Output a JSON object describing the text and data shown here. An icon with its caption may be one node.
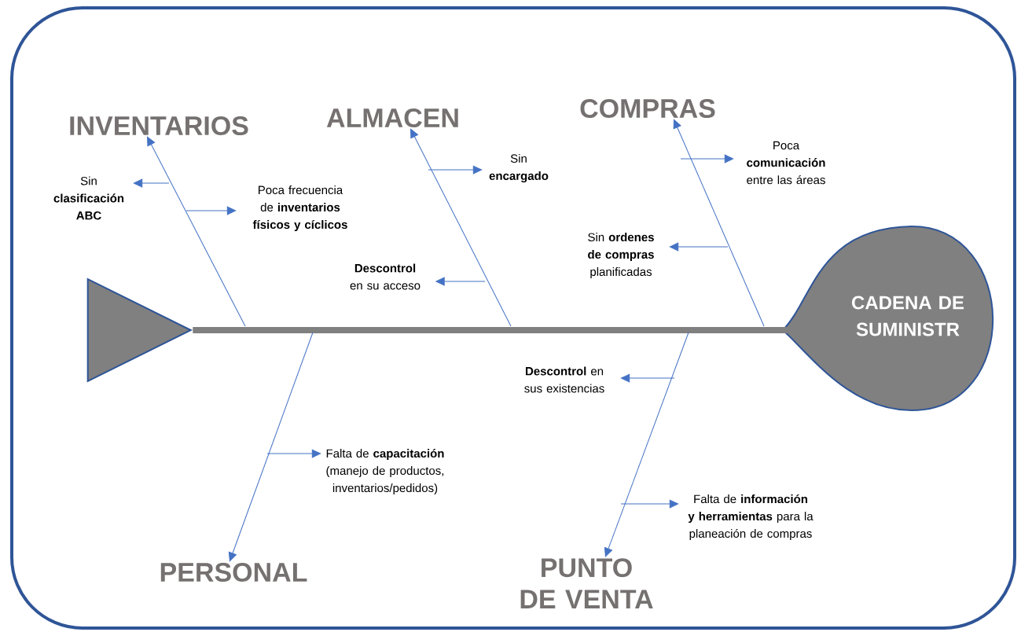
{
  "diagram": {
    "nodes": [
      {
        "text": [
          "INVENTARIOS"
        ]
      },
      {
        "text": [
          "ALMACEN"
        ]
      },
      {
        "text": [
          "COMPRAS"
        ]
      },
      {
        "text": [
          "Sin **clasificación ABC**"
        ]
      },
      {
        "text": [
          "Poca frecuencia de **inventarios físicos y cíclicos**"
        ]
      },
      {
        "text": [
          "Sin **encargado**"
        ]
      },
      {
        "text": [
          "Poca **comunicación** entre las áreas"
        ]
      },
      {
        "text": [
          "Sin **ordenes de compras** planificadas"
        ]
      },
      {
        "text": [
          "**Descontrol** en su acceso"
        ]
      },
      {
        "text": [],
        "shape": "triangle"
      },
      {
        "text": [
          "CADENA DE SUMINISTR"
        ]
      },
      {
        "text": [
          "**Descontrol** en sus existencias"
        ]
      },
      {
        "text": [
          "Falta de **capacitación** (manejo de productos, inventarios/pedidos)"
        ]
      },
      {
        "text": [
          "Falta de **información y herramientas** para la planeación de compras"
        ]
      },
      {
        "text": [
          "PERSONAL"
        ]
      },
      {
        "text": [
          "PUNTO DE VENTA"
        ]
      }
    ],
    "edges": [
      {
        "from": 9,
        "to": 10,
        "arrow": "none",
        "style": "thick",
        "color": "#808080"
      },
      {
        "from": null,
        "to": 0,
        "arrow": "to"
      },
      {
        "from": null,
        "to": 1,
        "arrow": "to"
      },
      {
        "from": null,
        "to": 2,
        "arrow": "to"
      },
      {
        "from": null,
        "to": 14,
        "arrow": "to"
      },
      {
        "from": null,
        "to": 15,
        "arrow": "to"
      },
      {
        "from": null,
        "to": 3,
        "arrow": "to"
      },
      {
        "from": null,
        "to": 4,
        "arrow": "to"
      },
      {
        "from": null,
        "to": 5,
        "arrow": "to"
      },
      {
        "from": null,
        "to": 6,
        "arrow": "to"
      },
      {
        "from": null,
        "to": 7,
        "arrow": "to"
      },
      {
        "from": null,
        "to": 8,
        "arrow": "to"
      },
      {
        "from": null,
        "to": 11,
        "arrow": "to"
      },
      {
        "from": null,
        "to": 12,
        "arrow": "to"
      },
      {
        "from": null,
        "to": 13,
        "arrow": "to"
      }
    ]
  }
}
